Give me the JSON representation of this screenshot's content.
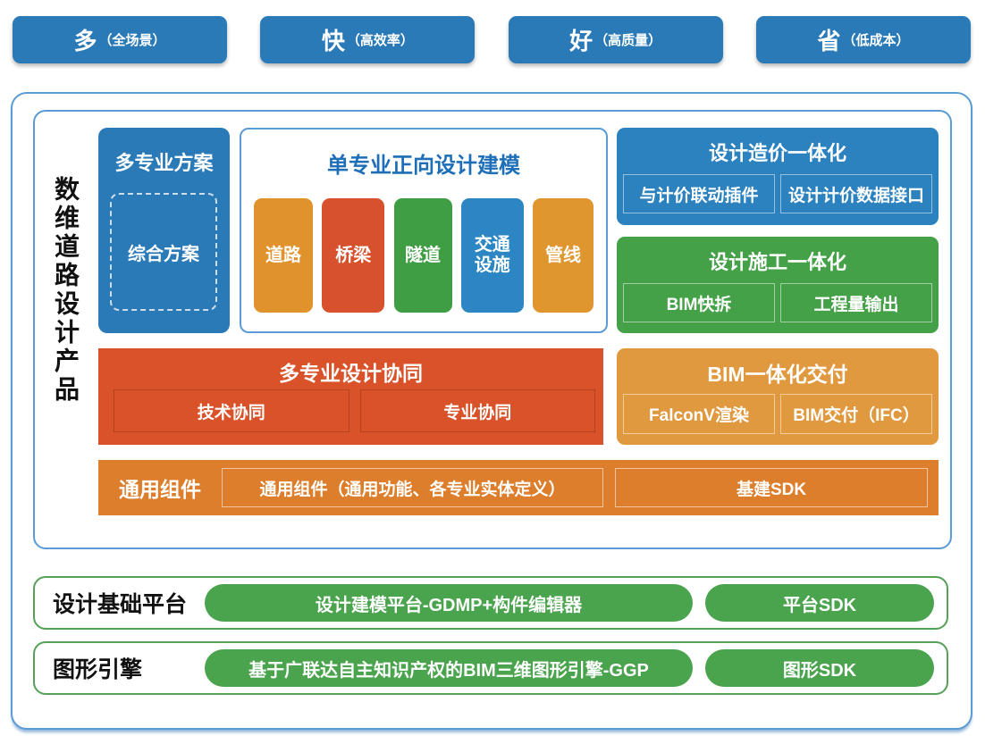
{
  "top_badges": [
    {
      "main": "多",
      "sub": "（全场景）"
    },
    {
      "main": "快",
      "sub": "（高效率）"
    },
    {
      "main": "好",
      "sub": "（高质量）"
    },
    {
      "main": "省",
      "sub": "（低成本）"
    }
  ],
  "product": {
    "side_title": "数维道路设计产品",
    "scheme": {
      "title": "多专业方案",
      "item": "综合方案"
    },
    "modeling": {
      "title": "单专业正向设计建模",
      "items": [
        {
          "label": "道路",
          "color": "#e0922c"
        },
        {
          "label": "桥梁",
          "color": "#d8512d"
        },
        {
          "label": "隧道",
          "color": "#3f9d43"
        },
        {
          "label": "交通设施",
          "color": "#2b86c3"
        },
        {
          "label": "管线",
          "color": "#e0962e"
        }
      ]
    },
    "cost": {
      "title": "设计造价一体化",
      "items": [
        "与计价联动插件",
        "设计计价数据接口"
      ]
    },
    "construction": {
      "title": "设计施工一体化",
      "items": [
        "BIM快拆",
        "工程量输出"
      ]
    },
    "collaboration": {
      "title": "多专业设计协同",
      "items": [
        "技术协同",
        "专业协同"
      ]
    },
    "bim_delivery": {
      "title": "BIM一体化交付",
      "items": [
        "FalconV渲染",
        "BIM交付（IFC）"
      ]
    },
    "common": {
      "label": "通用组件",
      "items": [
        "通用组件（通用功能、各专业实体定义）",
        "基建SDK"
      ]
    }
  },
  "platform_row": {
    "label": "设计基础平台",
    "pills": [
      "设计建模平台-GDMP+构件编辑器",
      "平台SDK"
    ]
  },
  "engine_row": {
    "label": "图形引擎",
    "pills": [
      "基于广联达自主知识产权的BIM三维图形引擎-GGP",
      "图形SDK"
    ]
  },
  "colors": {
    "badge_blue": "#2a7ab8",
    "box_blue": "#2b82bf",
    "traffic_blue": "#2b86c3",
    "red_orange": "#d95229",
    "bridge_red": "#d8512d",
    "orange": "#e0922c",
    "bim_orange": "#e1993f",
    "common_orange": "#dd7e2c",
    "green": "#44a147",
    "tunnel_green": "#3f9d43",
    "pill_green": "#4aa34d",
    "border_blue": "#5b9bd5",
    "border_green": "#56a158",
    "title_blue": "#1e6fb8",
    "text_dark": "#111111"
  }
}
